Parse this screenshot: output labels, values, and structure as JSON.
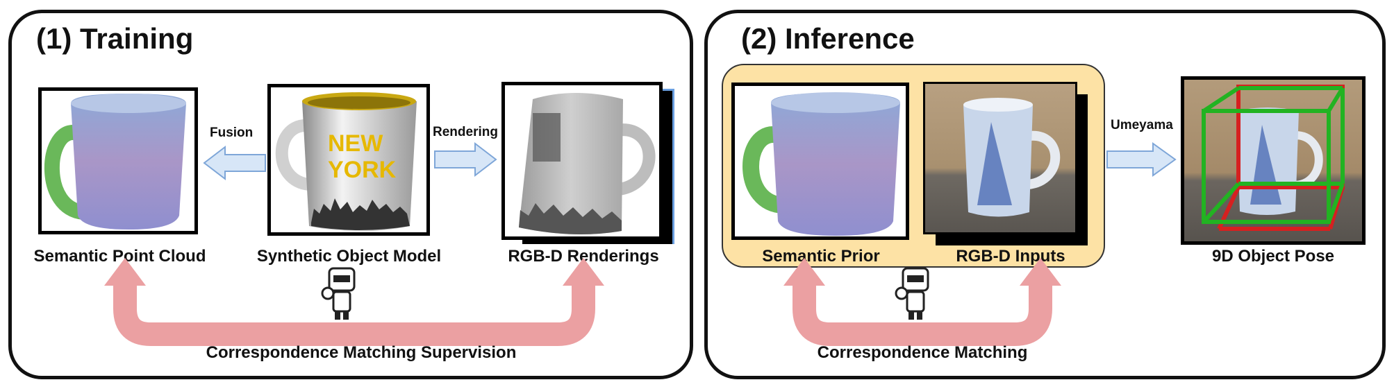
{
  "training": {
    "title": "(1) Training",
    "captions": {
      "point_cloud": "Semantic Point Cloud",
      "object_model": "Synthetic Object Model",
      "renderings": "RGB-D Renderings"
    },
    "arrows": {
      "fusion": "Fusion",
      "rendering": "Rendering"
    },
    "supervision": "Correspondence  Matching Supervision",
    "mug_text": [
      "NEW",
      "YORK"
    ]
  },
  "inference": {
    "title": "(2) Inference",
    "captions": {
      "semantic_prior": "Semantic Prior",
      "rgbd_inputs": "RGB-D Inputs",
      "pose": "9D Object Pose"
    },
    "arrows": {
      "umeyama": "Umeyama"
    },
    "matching": "Correspondence Matching"
  },
  "colors": {
    "loop_arrow": "#eba0a2",
    "flow_arrow": "#d7e6f7",
    "flow_arrow_stroke": "#7ea6d8",
    "prior_background": "#fde2a5",
    "bbox_red": "#d62020",
    "bbox_green": "#22b322"
  }
}
